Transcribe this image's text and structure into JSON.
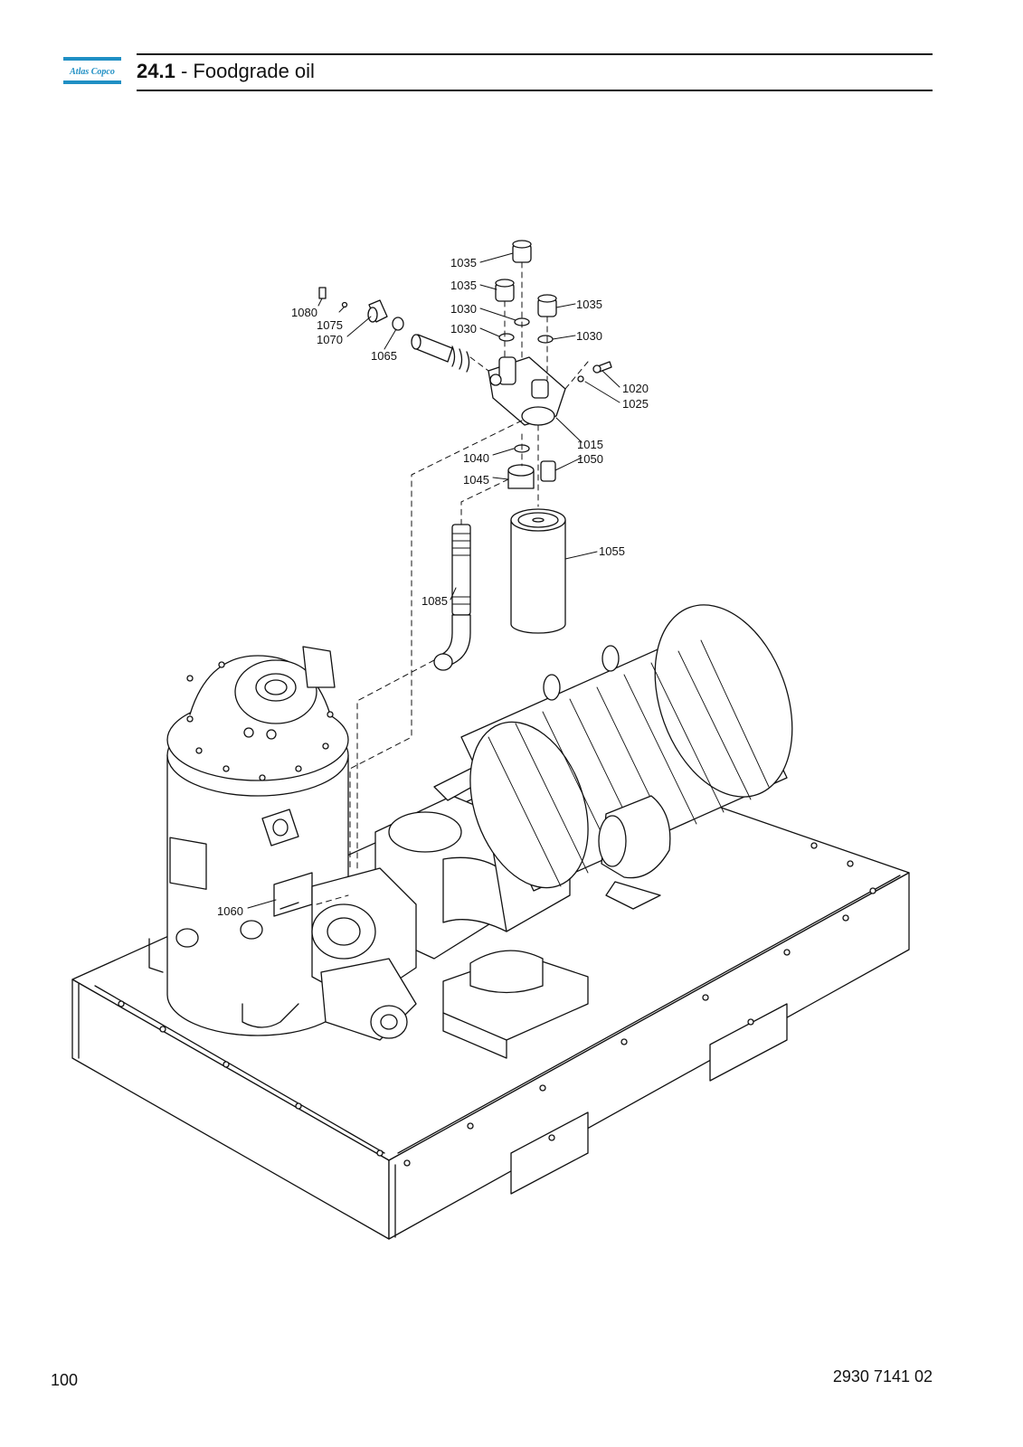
{
  "header": {
    "logo_text": "Atlas Copco",
    "section_number": "24.1",
    "section_separator": " - ",
    "section_title": "Foodgrade oil"
  },
  "callouts": [
    "1035",
    "1035",
    "1035",
    "1030",
    "1030",
    "1030",
    "1080",
    "1075",
    "1070",
    "1065",
    "1020",
    "1025",
    "1015",
    "1040",
    "1050",
    "1045",
    "1055",
    "1085",
    "1060"
  ],
  "footer": {
    "page_number": "100",
    "document_number": "2930 7141 02"
  }
}
